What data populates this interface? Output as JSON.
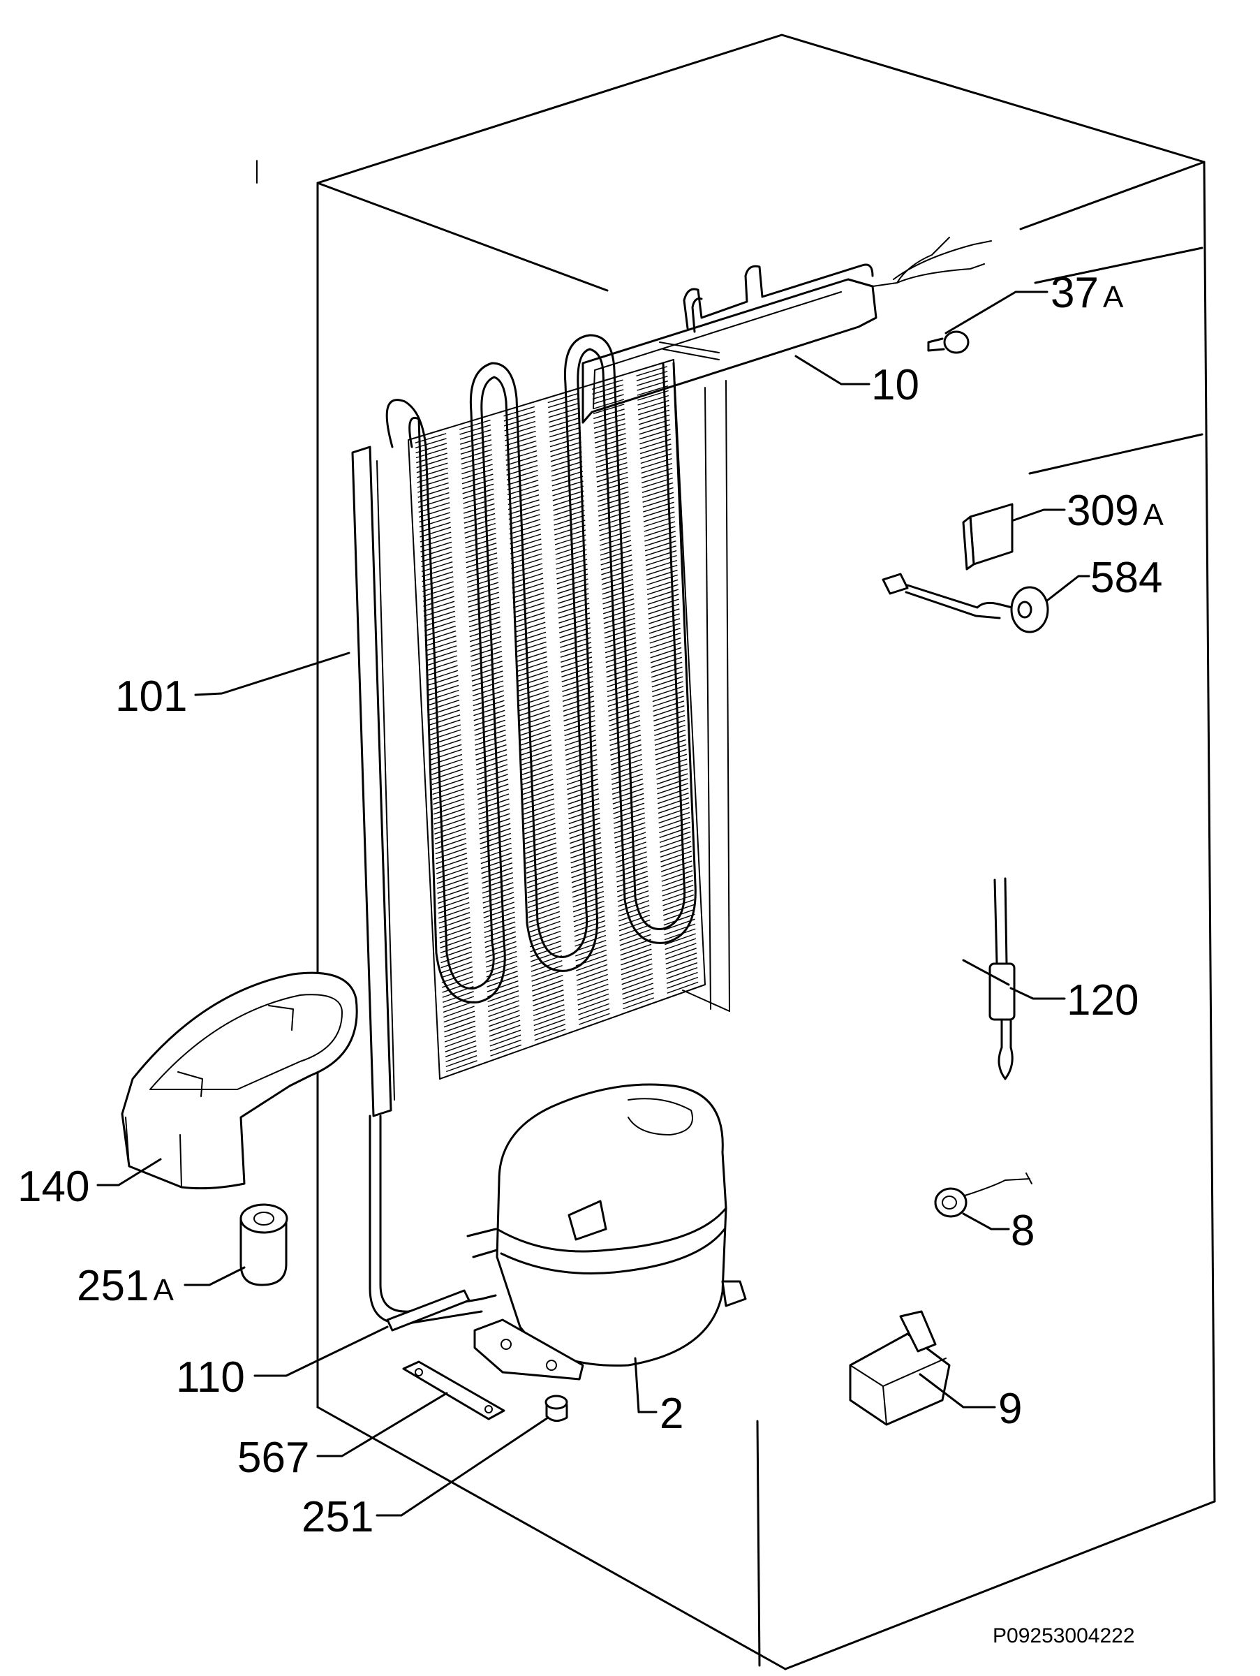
{
  "diagram_code": "P09253004222",
  "callouts": [
    {
      "id": "37a",
      "number": "37",
      "suffix": "A"
    },
    {
      "id": "10",
      "number": "10",
      "suffix": ""
    },
    {
      "id": "309a",
      "number": "309",
      "suffix": "A"
    },
    {
      "id": "584",
      "number": "584",
      "suffix": ""
    },
    {
      "id": "101",
      "number": "101",
      "suffix": ""
    },
    {
      "id": "120",
      "number": "120",
      "suffix": ""
    },
    {
      "id": "140",
      "number": "140",
      "suffix": ""
    },
    {
      "id": "8",
      "number": "8",
      "suffix": ""
    },
    {
      "id": "251a",
      "number": "251",
      "suffix": "A"
    },
    {
      "id": "110",
      "number": "110",
      "suffix": ""
    },
    {
      "id": "2",
      "number": "2",
      "suffix": ""
    },
    {
      "id": "9",
      "number": "9",
      "suffix": ""
    },
    {
      "id": "567",
      "number": "567",
      "suffix": ""
    },
    {
      "id": "251",
      "number": "251",
      "suffix": ""
    }
  ]
}
